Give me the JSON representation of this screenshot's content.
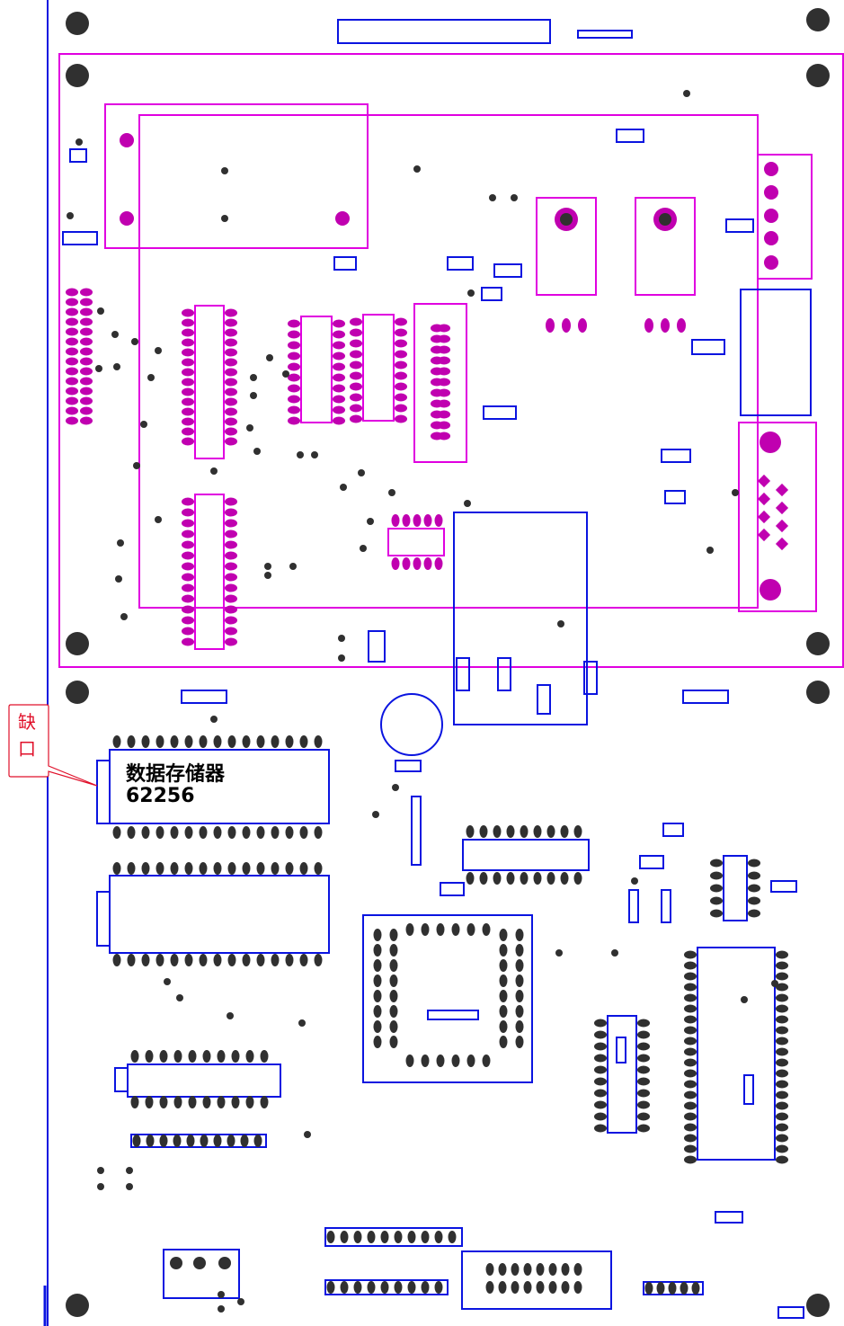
{
  "callout": {
    "line1": "缺",
    "line2": "口"
  },
  "chip": {
    "name": "数据存储器",
    "part": "62256"
  },
  "colors": {
    "top_layer": "#e000e0",
    "bottom_layer": "#0a14e0",
    "pad": "#303030",
    "pad_magenta": "#c000b0",
    "callout": "#e0102a"
  }
}
